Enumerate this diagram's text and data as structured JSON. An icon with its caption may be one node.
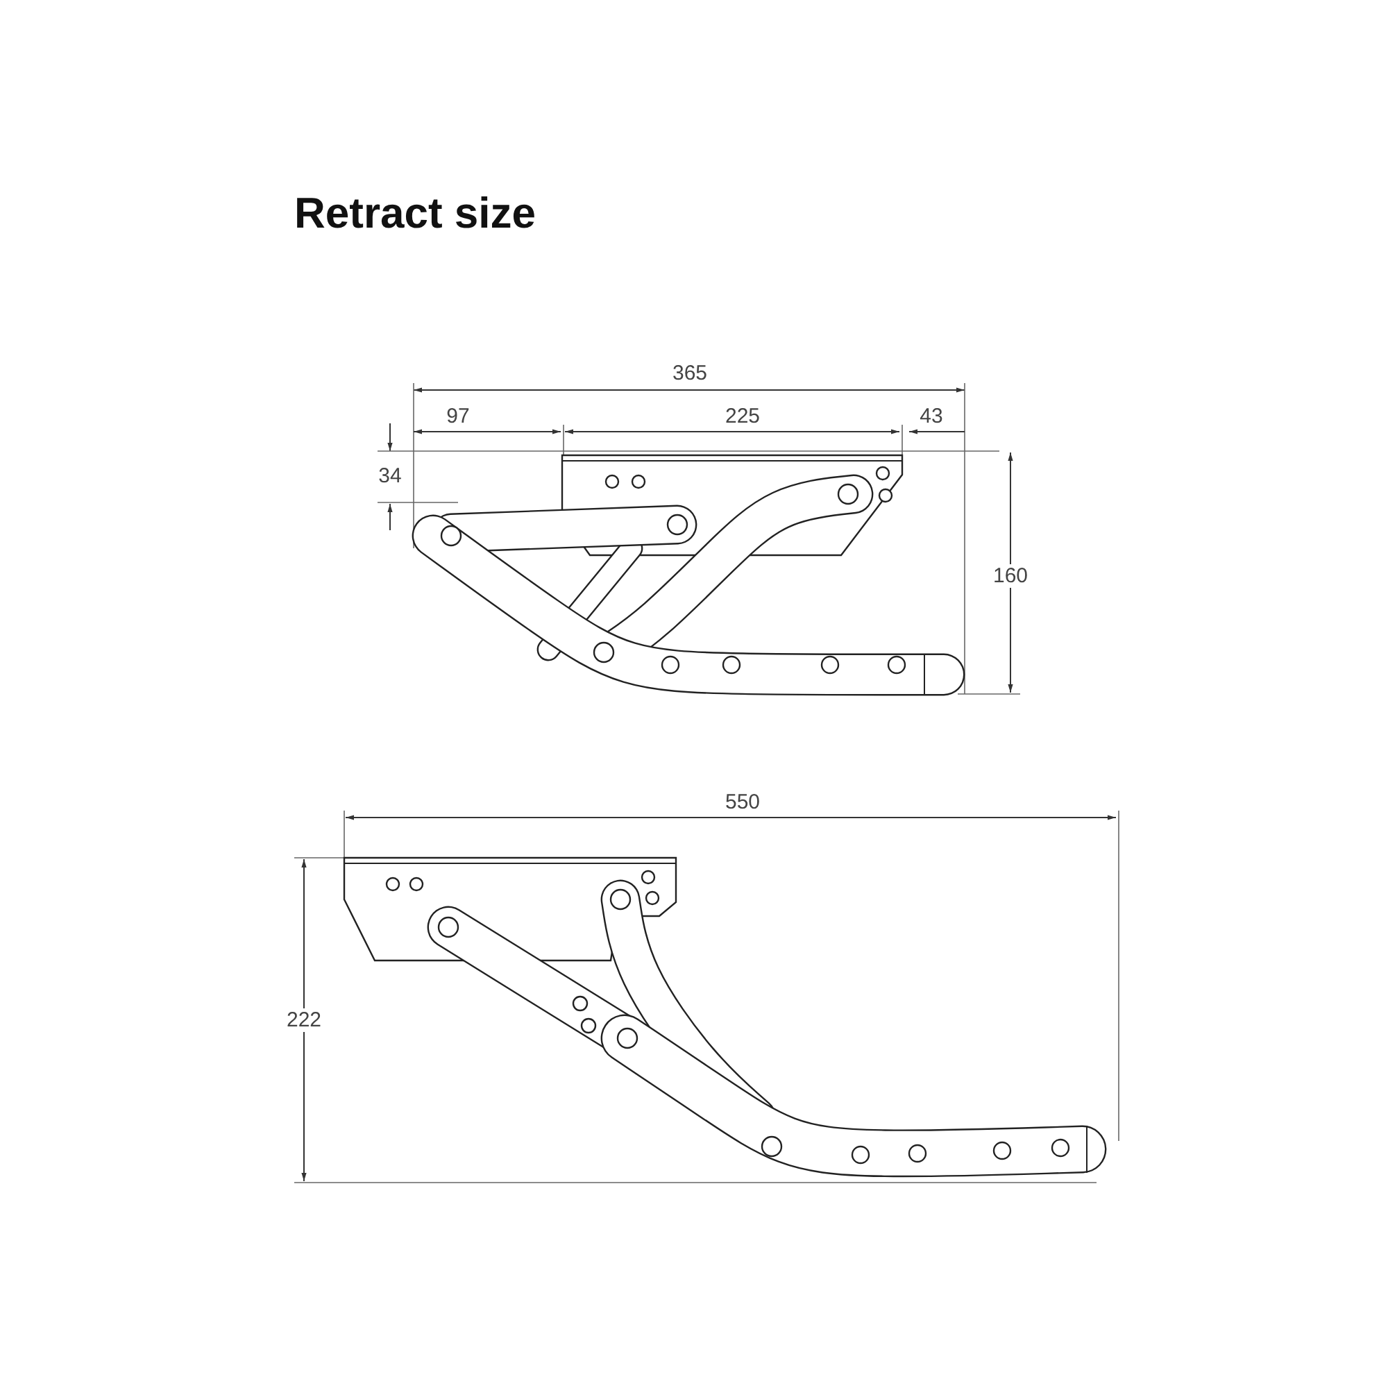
{
  "diagram": {
    "title": "Retract size",
    "labels": [
      "365",
      "97",
      "225",
      "43",
      "34",
      "160",
      "550",
      "222"
    ]
  }
}
